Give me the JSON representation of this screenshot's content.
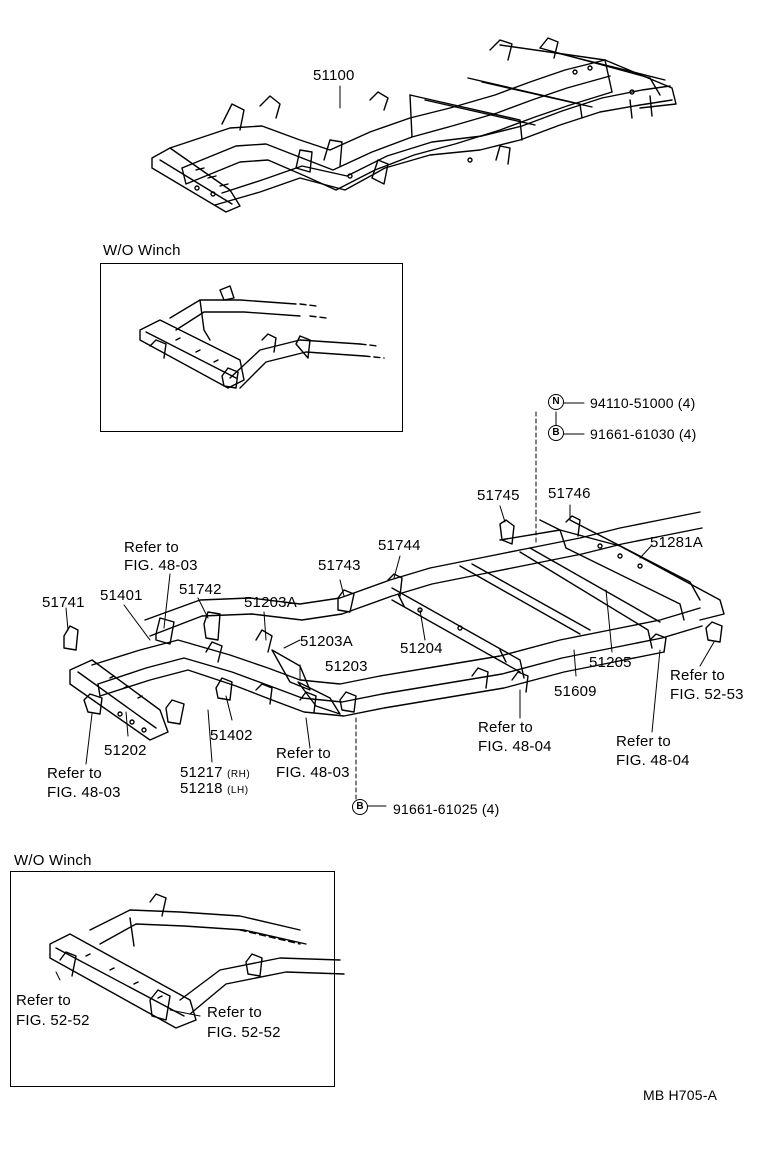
{
  "inset_top": {
    "title": "W/O Winch"
  },
  "inset_bottom": {
    "title": "W/O Winch",
    "refers": [
      {
        "line1": "Refer to",
        "line2": "FIG. 52-52"
      },
      {
        "line1": "Refer to",
        "line2": "FIG. 52-52"
      }
    ]
  },
  "parts": {
    "p51100": "51100",
    "p94110": "94110-51000 (4)",
    "p91661_30": "91661-61030 (4)",
    "p91661_25": "91661-61025 (4)",
    "sym_n": "N",
    "sym_b1": "B",
    "sym_b2": "B",
    "p51745": "51745",
    "p51746": "51746",
    "p51281A": "51281A",
    "p51744": "51744",
    "p51743": "51743",
    "p51742": "51742",
    "p51401": "51401",
    "p51741": "51741",
    "p51203A_1": "51203A",
    "p51203A_2": "51203A",
    "p51203": "51203",
    "p51204": "51204",
    "p51205": "51205",
    "p51609": "51609",
    "p51402": "51402",
    "p51202": "51202",
    "p51217": "51217",
    "p51217_side": "(RH)",
    "p51218": "51218",
    "p51218_side": "(LH)"
  },
  "refers": {
    "r1": {
      "line1": "Refer to",
      "line2": "FIG. 48-03"
    },
    "r2": {
      "line1": "Refer to",
      "line2": "FIG. 48-03"
    },
    "r3": {
      "line1": "Refer to",
      "line2": "FIG. 48-03"
    },
    "r4": {
      "line1": "Refer to",
      "line2": "FIG. 48-04"
    },
    "r5": {
      "line1": "Refer to",
      "line2": "FIG. 48-04"
    },
    "r6": {
      "line1": "Refer to",
      "line2": "FIG. 52-53"
    }
  },
  "footer_code": "MB  H705-A"
}
